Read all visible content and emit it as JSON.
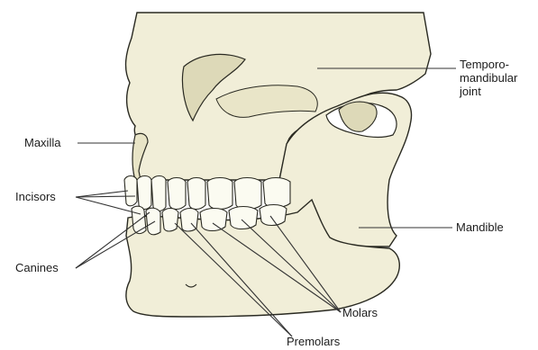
{
  "diagram": {
    "labels": {
      "tmj": [
        "Temporo-",
        "mandibular",
        "joint"
      ],
      "maxilla": "Maxilla",
      "incisors": "Incisors",
      "canines": "Canines",
      "mandible": "Mandible",
      "molars": "Molars",
      "premolars": "Premolars"
    },
    "colors": {
      "bone": "#f1eed8",
      "bone_shadow": "#ddd9b8",
      "tooth": "#fbfbf1",
      "outline": "#2a2a22",
      "leader": "#333333",
      "text": "#1c1c1c"
    }
  }
}
